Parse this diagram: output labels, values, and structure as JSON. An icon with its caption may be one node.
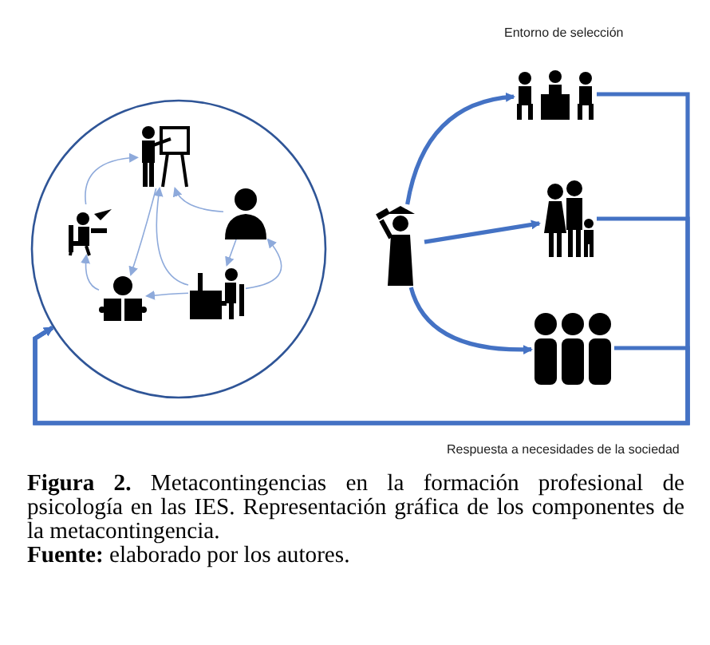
{
  "diagram": {
    "caption": "**Figura 2.** Metacontingencias en la formación profesional de psicología en las IES. Representación gráfica de los componentes de la metacontingencia.",
    "nodes": [
      {
        "text": [],
        "shape": "circle"
      },
      {
        "text": [],
        "shape": "person",
        "in": 0
      },
      {
        "text": [],
        "shape": "person",
        "in": 0
      },
      {
        "text": [],
        "shape": "person",
        "in": 0
      },
      {
        "text": [],
        "shape": "person",
        "in": 0
      },
      {
        "text": [],
        "shape": "person",
        "in": 0
      },
      {
        "text": [],
        "shape": "person"
      },
      {
        "text": [],
        "shape": "person"
      },
      {
        "text": [],
        "shape": "person"
      },
      {
        "text": [],
        "shape": "person"
      }
    ],
    "edges": [
      {
        "from": 2,
        "to": 1,
        "arrow": "to"
      },
      {
        "from": 1,
        "to": 4,
        "arrow": "to"
      },
      {
        "from": 4,
        "to": 2,
        "arrow": "to"
      },
      {
        "from": 3,
        "to": 1,
        "arrow": "to"
      },
      {
        "from": 3,
        "to": 5,
        "arrow": "to"
      },
      {
        "from": 5,
        "to": 4,
        "arrow": "to"
      },
      {
        "from": 5,
        "to": 1,
        "arrow": "to"
      },
      {
        "from": 5,
        "to": 3,
        "arrow": "to"
      },
      {
        "from": 6,
        "to": 7,
        "arrow": "to",
        "style": "thick",
        "color": "#4472c4"
      },
      {
        "from": 6,
        "to": 8,
        "arrow": "to",
        "style": "thick",
        "color": "#4472c4"
      },
      {
        "from": 6,
        "to": 9,
        "arrow": "to",
        "style": "thick",
        "color": "#4472c4"
      },
      {
        "from": 7,
        "to": 0,
        "arrow": "to",
        "style": "thick",
        "color": "#4472c4"
      },
      {
        "from": 8,
        "to": 0,
        "arrow": "to",
        "style": "thick",
        "color": "#4472c4"
      },
      {
        "from": 9,
        "to": 0,
        "arrow": "to",
        "style": "thick",
        "color": "#4472c4"
      }
    ],
    "labels": [
      "Entorno de selección",
      "Respuesta a necesidades de la sociedad",
      "**Fuente:** elaborado por los autores."
    ]
  }
}
